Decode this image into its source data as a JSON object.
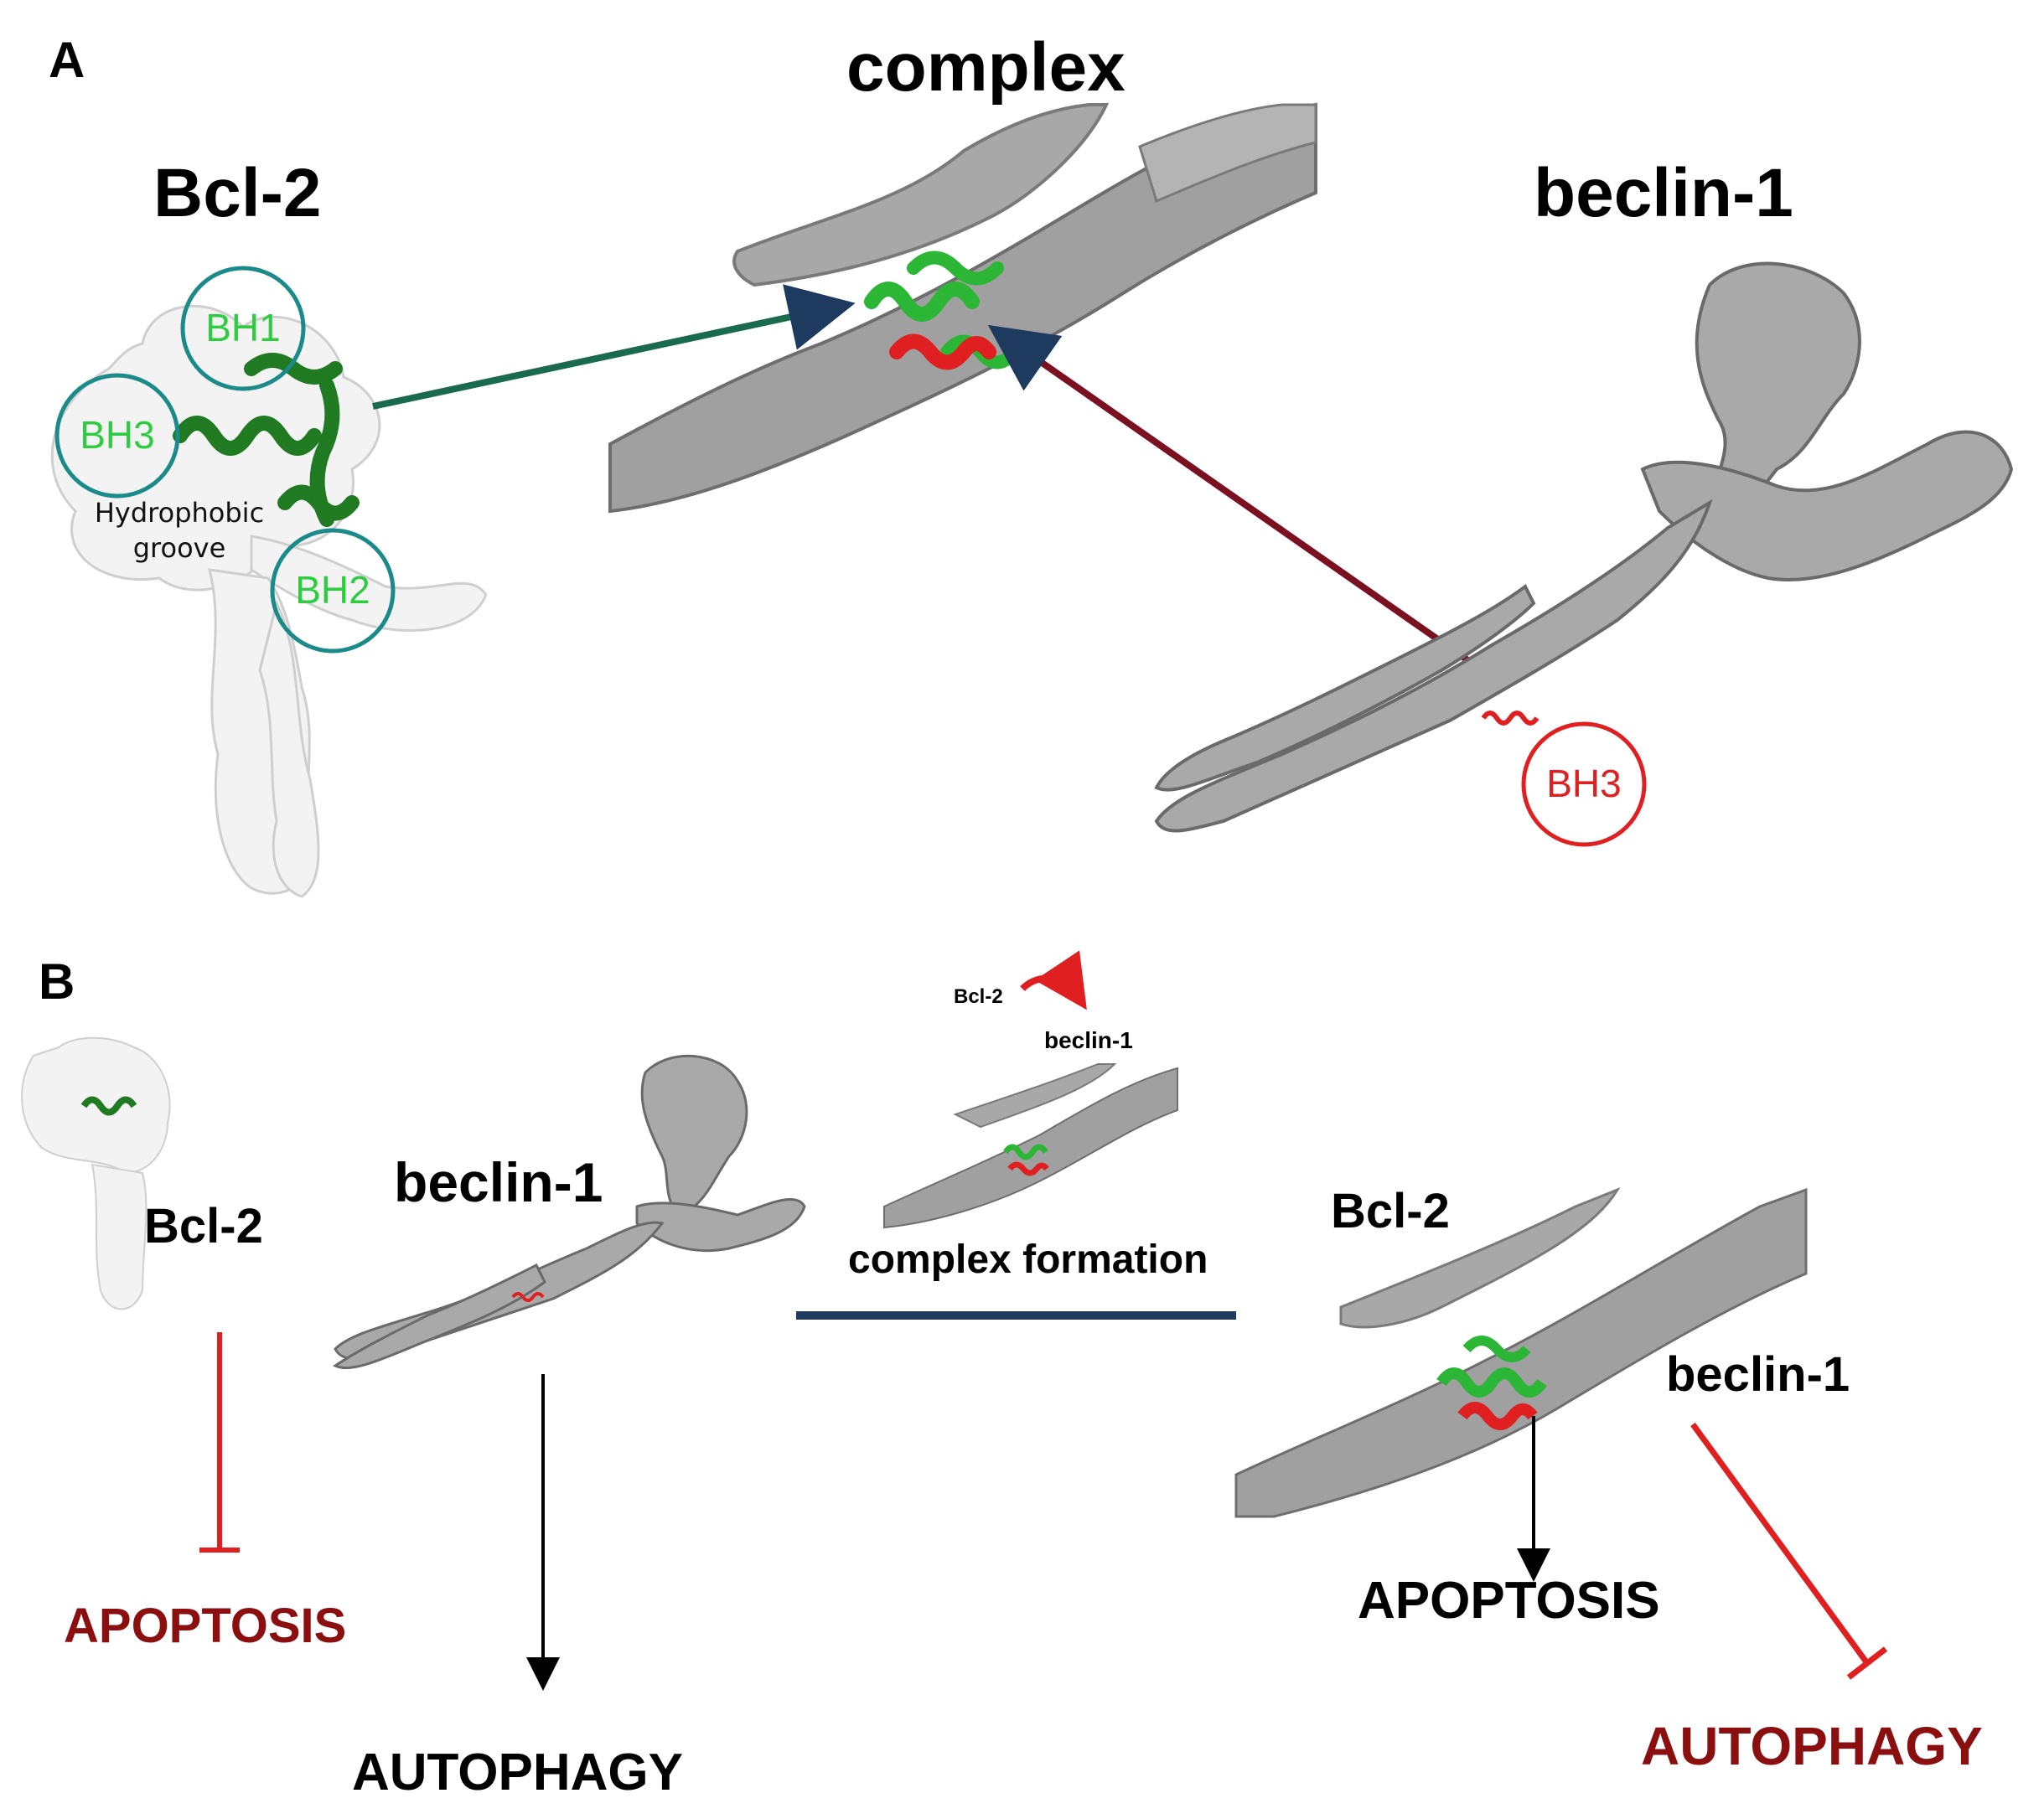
{
  "panels": {
    "a": "A",
    "b": "B"
  },
  "panel_a": {
    "bcl2_title": "Bcl-2",
    "complex_title": "complex",
    "beclin_title": "beclin-1",
    "domains": {
      "bh1": "BH1",
      "bh2": "BH2",
      "bh3": "BH3"
    },
    "groove_line1": "Hydrophobic",
    "groove_line2": "groove",
    "beclin_domain": "BH3"
  },
  "panel_b": {
    "bcl2_label": "Bcl-2",
    "beclin_label": "beclin-1",
    "mini_bcl2": "Bcl-2",
    "mini_beclin": "beclin-1",
    "complex_formation": "complex formation",
    "complex_bcl2": "Bcl-2",
    "complex_beclin": "beclin-1",
    "apoptosis_inhibited": "APOPTOSIS",
    "autophagy_induced": "AUTOPHAGY",
    "apoptosis_induced": "APOPTOSIS",
    "autophagy_inhibited": "AUTOPHAGY"
  },
  "colors": {
    "domain_circle": "#1a8a8a",
    "domain_text": "#2ecc40",
    "bh3_red": "#e02020",
    "inhibit_red": "#e02020",
    "outcome_dark_red": "#8b0f0f",
    "helix_green": "#1f9a2a",
    "surface_gray": "#9a9a9a",
    "arrow_navy": "#1e3a5f"
  }
}
